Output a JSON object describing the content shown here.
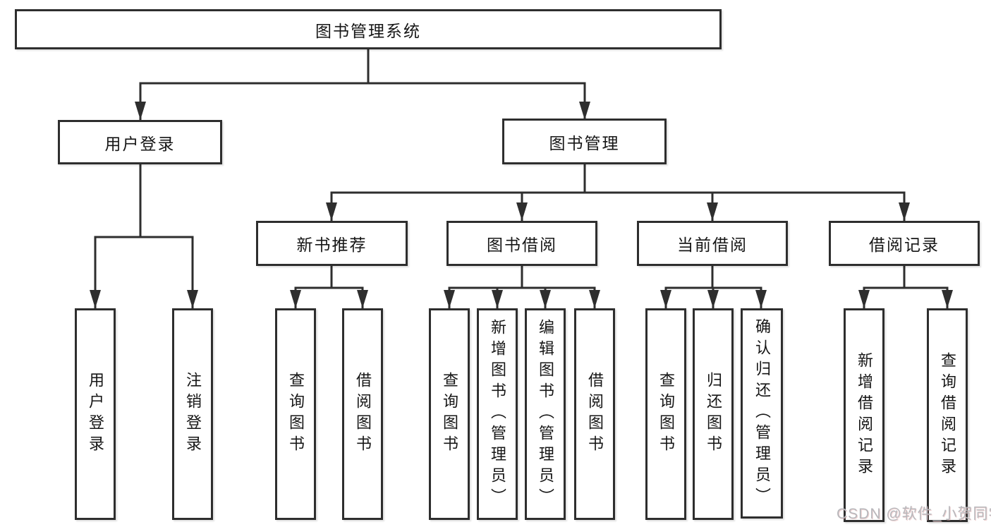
{
  "diagram": {
    "nodes": {
      "root": "图书管理系统",
      "user_login": "用户登录",
      "book_mgmt": "图书管理",
      "new_book_rec": "新书推荐",
      "book_borrow": "图书借阅",
      "current_borrow": "当前借阅",
      "borrow_records": "借阅记录",
      "leaves": {
        "user_login_leaf": "用户登录",
        "logout_leaf": "注销登录",
        "rec_query_books": "查询图书",
        "rec_borrow_books": "借阅图书",
        "bb_query_books": "查询图书",
        "bb_add_books_admin": "新增图书（管理员）",
        "bb_edit_books_admin": "编辑图书（管理员）",
        "bb_borrow_books": "借阅图书",
        "cb_query_books": "查询图书",
        "cb_return_books": "归还图书",
        "cb_confirm_return_admin": "确认归还（管理员）",
        "br_add_record": "新增借阅记录",
        "br_query_record": "查询借阅记录"
      }
    },
    "hierarchy": {
      "图书管理系统": {
        "用户登录": [
          "用户登录",
          "注销登录"
        ],
        "图书管理": {
          "新书推荐": [
            "查询图书",
            "借阅图书"
          ],
          "图书借阅": [
            "查询图书",
            "新增图书（管理员）",
            "编辑图书（管理员）",
            "借阅图书"
          ],
          "当前借阅": [
            "查询图书",
            "归还图书",
            "确认归还（管理员）"
          ],
          "借阅记录": [
            "新增借阅记录",
            "查询借阅记录"
          ]
        }
      }
    },
    "colors": {
      "line": "#2e2e2e",
      "box_border": "#2e2e2e",
      "box_fill": "#ffffff",
      "text": "#161616",
      "watermark": "#b8b8bc"
    },
    "watermark": "CSDN @软件_小贺同学"
  }
}
